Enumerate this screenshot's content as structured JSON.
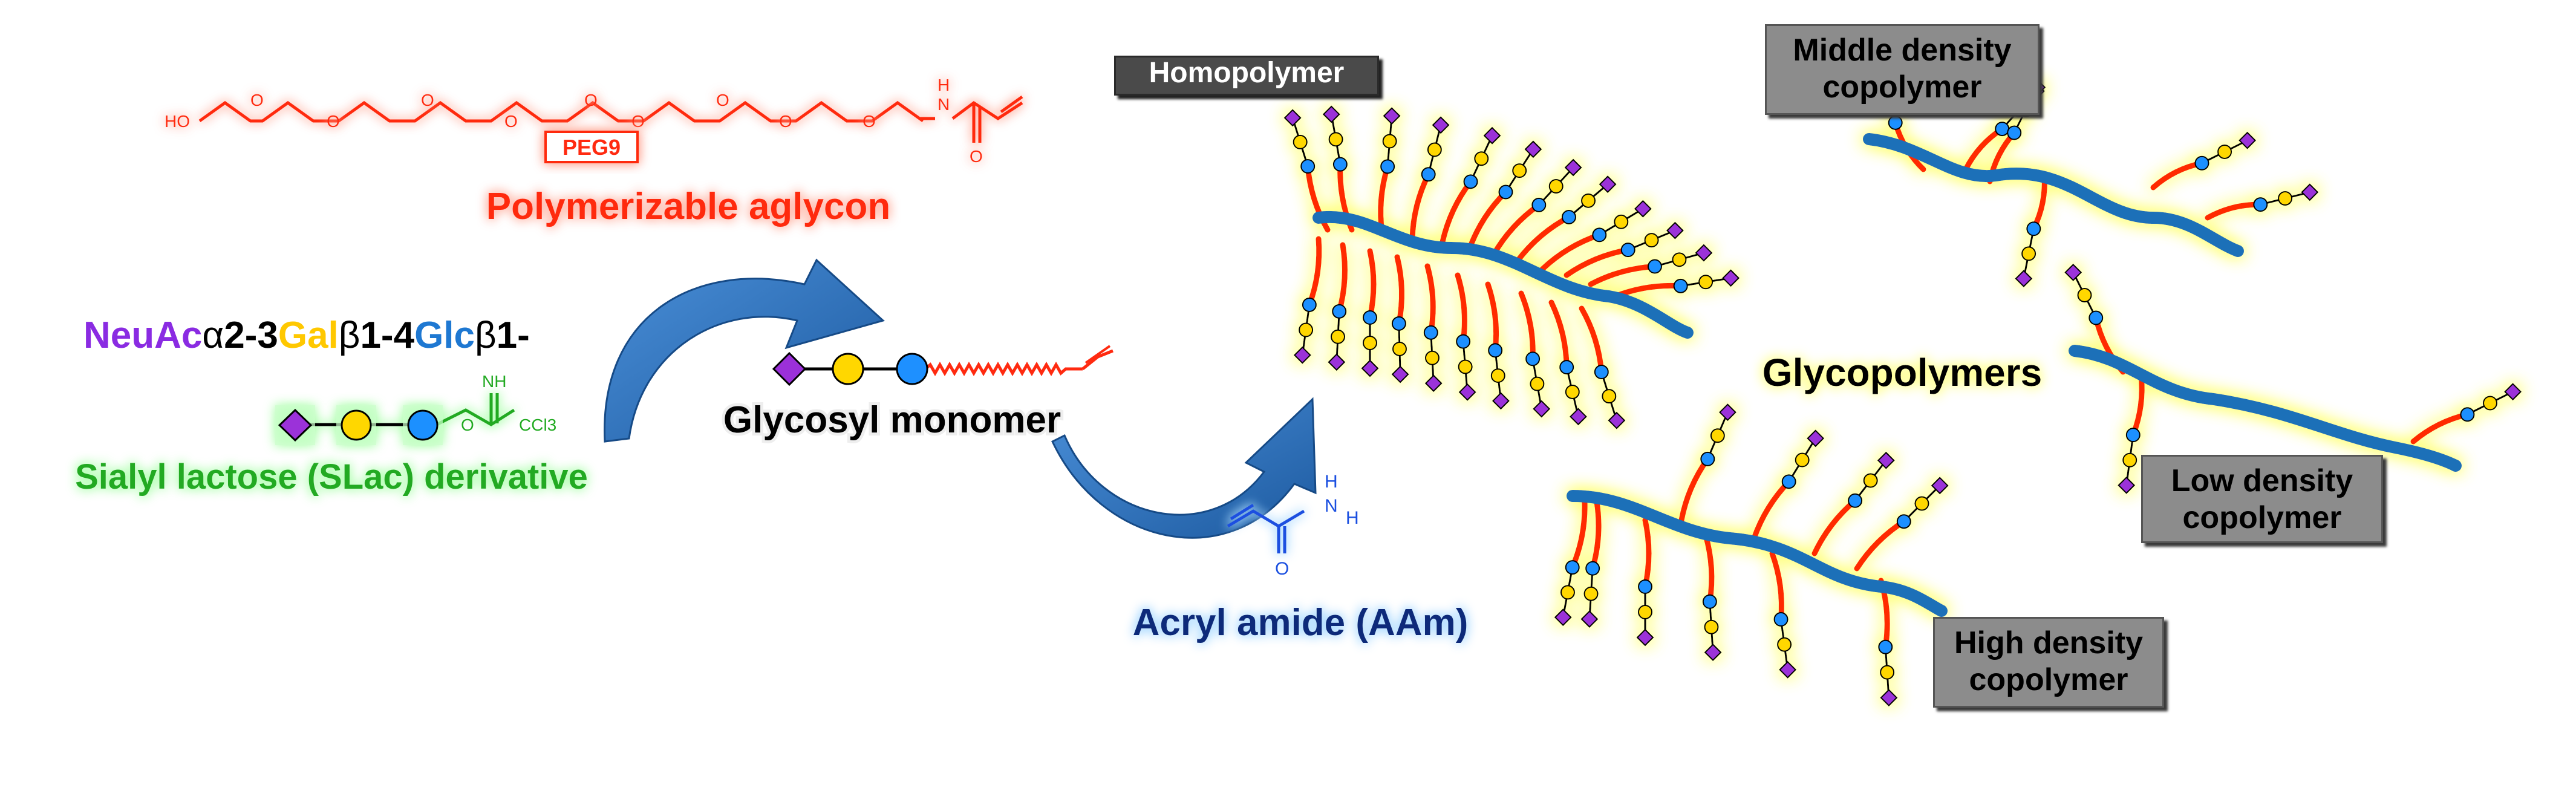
{
  "aglycon": {
    "ho": "HO",
    "o_atoms": [
      "O",
      "O",
      "O",
      "O",
      "O",
      "O",
      "O",
      "O",
      "O"
    ],
    "n_h": "H",
    "n": "N",
    "o_carbonyl": "O",
    "peg_tag": "PEG9",
    "caption": "Polymerizable aglycon",
    "color": "#ff2a10"
  },
  "sugar_name": {
    "neuac": "NeuAc",
    "alpha": "α",
    "link1": "2-3",
    "gal": "Gal",
    "beta1": "β",
    "link2": "1-4",
    "glc": "Glc",
    "beta2": "β",
    "link3": "1-",
    "colors": {
      "neuac": "#8a2be2",
      "gal": "#ffc800",
      "glc": "#1e78d2",
      "text": "#000000"
    }
  },
  "slac": {
    "nh": "NH",
    "o": "O",
    "ccl3": "CCl3",
    "caption": "Sialyl lactose (SLac) derivative",
    "color": "#22aa22"
  },
  "monomer": {
    "caption": "Glycosyl monomer"
  },
  "aam": {
    "h": "H",
    "n": "N",
    "h2": "H",
    "o": "O",
    "caption": "Acryl amide (AAm)",
    "color": "#1a4fe0"
  },
  "labels": {
    "homopolymer": "Homopolymer",
    "middle_line1": "Middle density",
    "middle_line2": "copolymer",
    "glycopolymers": "Glycopolymers",
    "low_line1": "Low density",
    "low_line2": "copolymer",
    "high_line1": "High density",
    "high_line2": "copolymer"
  },
  "colors": {
    "neuac_diamond": "#9b30d9",
    "gal_circle": "#ffd700",
    "glc_circle": "#1e90ff",
    "backbone": "#1f6fb8",
    "linker": "#ff2a00",
    "glow_yellow": "#ffff66",
    "arrow_blue": "#2a6fb8"
  }
}
